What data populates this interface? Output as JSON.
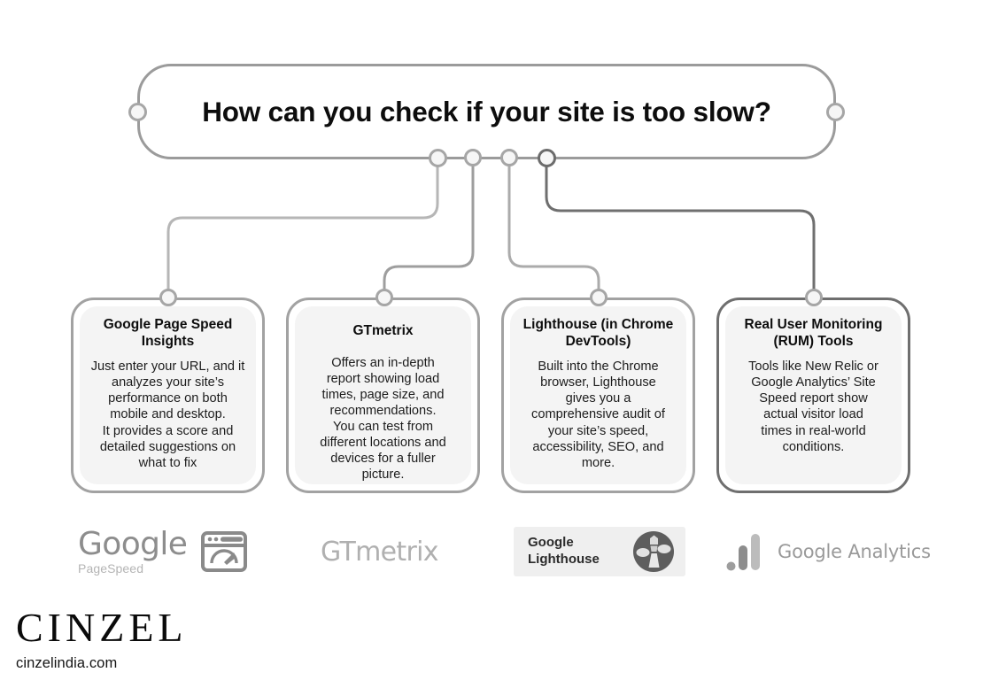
{
  "header": {
    "title": "How can you check if your site is too slow?"
  },
  "cards": [
    {
      "id": "google-page-speed-insights",
      "title": "Google Page Speed\nInsights",
      "body": "Just enter your URL, and it\nanalyzes your site’s\nperformance on both\nmobile and desktop.\nIt provides a score and\ndetailed suggestions on\nwhat to fix"
    },
    {
      "id": "gtmetrix",
      "title": "GTmetrix",
      "body": "Offers an in-depth\nreport showing load\ntimes, page size, and\nrecommendations.\nYou can test from\ndifferent locations and\ndevices for a fuller\npicture."
    },
    {
      "id": "lighthouse",
      "title": "Lighthouse\n(in Chrome DevTools)",
      "body": "Built into the Chrome\nbrowser, Lighthouse\ngives you a\ncomprehensive audit of\nyour site’s speed,\naccessibility, SEO, and\nmore."
    },
    {
      "id": "real-user-monitoring",
      "title": "Real User Monitoring\n(RUM) Tools",
      "body": "Tools like New Relic or\nGoogle Analytics’ Site\nSpeed report show\nactual visitor load\ntimes in real-world\nconditions."
    }
  ],
  "logos": {
    "pagespeed": {
      "word": "Google",
      "sub": "PageSpeed",
      "icon": "browser-speedometer-icon"
    },
    "gtmetrix": {
      "word": "GTmetrix"
    },
    "lighthouse": {
      "label": "Google\nLighthouse",
      "icon": "lighthouse-icon"
    },
    "analytics": {
      "word": "Google Analytics",
      "icon": "analytics-bars-icon"
    }
  },
  "brand": {
    "name": "CINZEL",
    "url": "cinzelindia.com"
  },
  "colors": {
    "line": "#a2a2a2",
    "line_dark": "#6f6f6f",
    "card_fill": "#f4f4f4",
    "text": "#0d0d0d",
    "logo_gray": "#9a9a9a"
  }
}
